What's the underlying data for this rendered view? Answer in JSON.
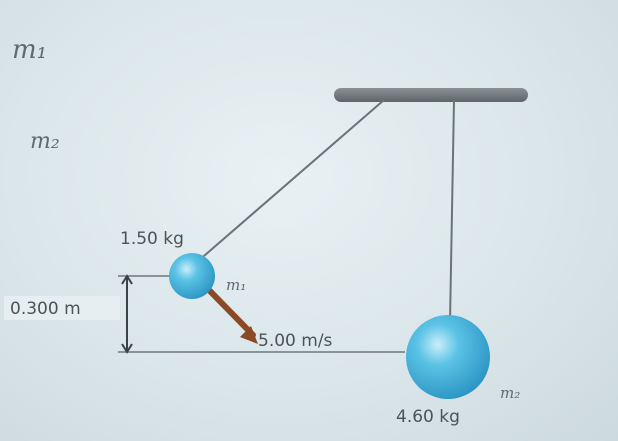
{
  "diagram": {
    "mass1_label": "1.50 kg",
    "mass2_label": "4.60 kg",
    "height_label": "0.300 m",
    "velocity_label": "5.00 m/s",
    "annotations": {
      "m1_top": "m₁",
      "m2_top": "m₂",
      "m1_near_ball": "m₁",
      "m2_near_ball": "m₂"
    }
  },
  "colors": {
    "ball": "#3fb2dc",
    "ball_highlight": "#bfeaf8",
    "arrow": "#8b4a26",
    "ceiling": "#6e7478",
    "string": "#6a7378"
  }
}
